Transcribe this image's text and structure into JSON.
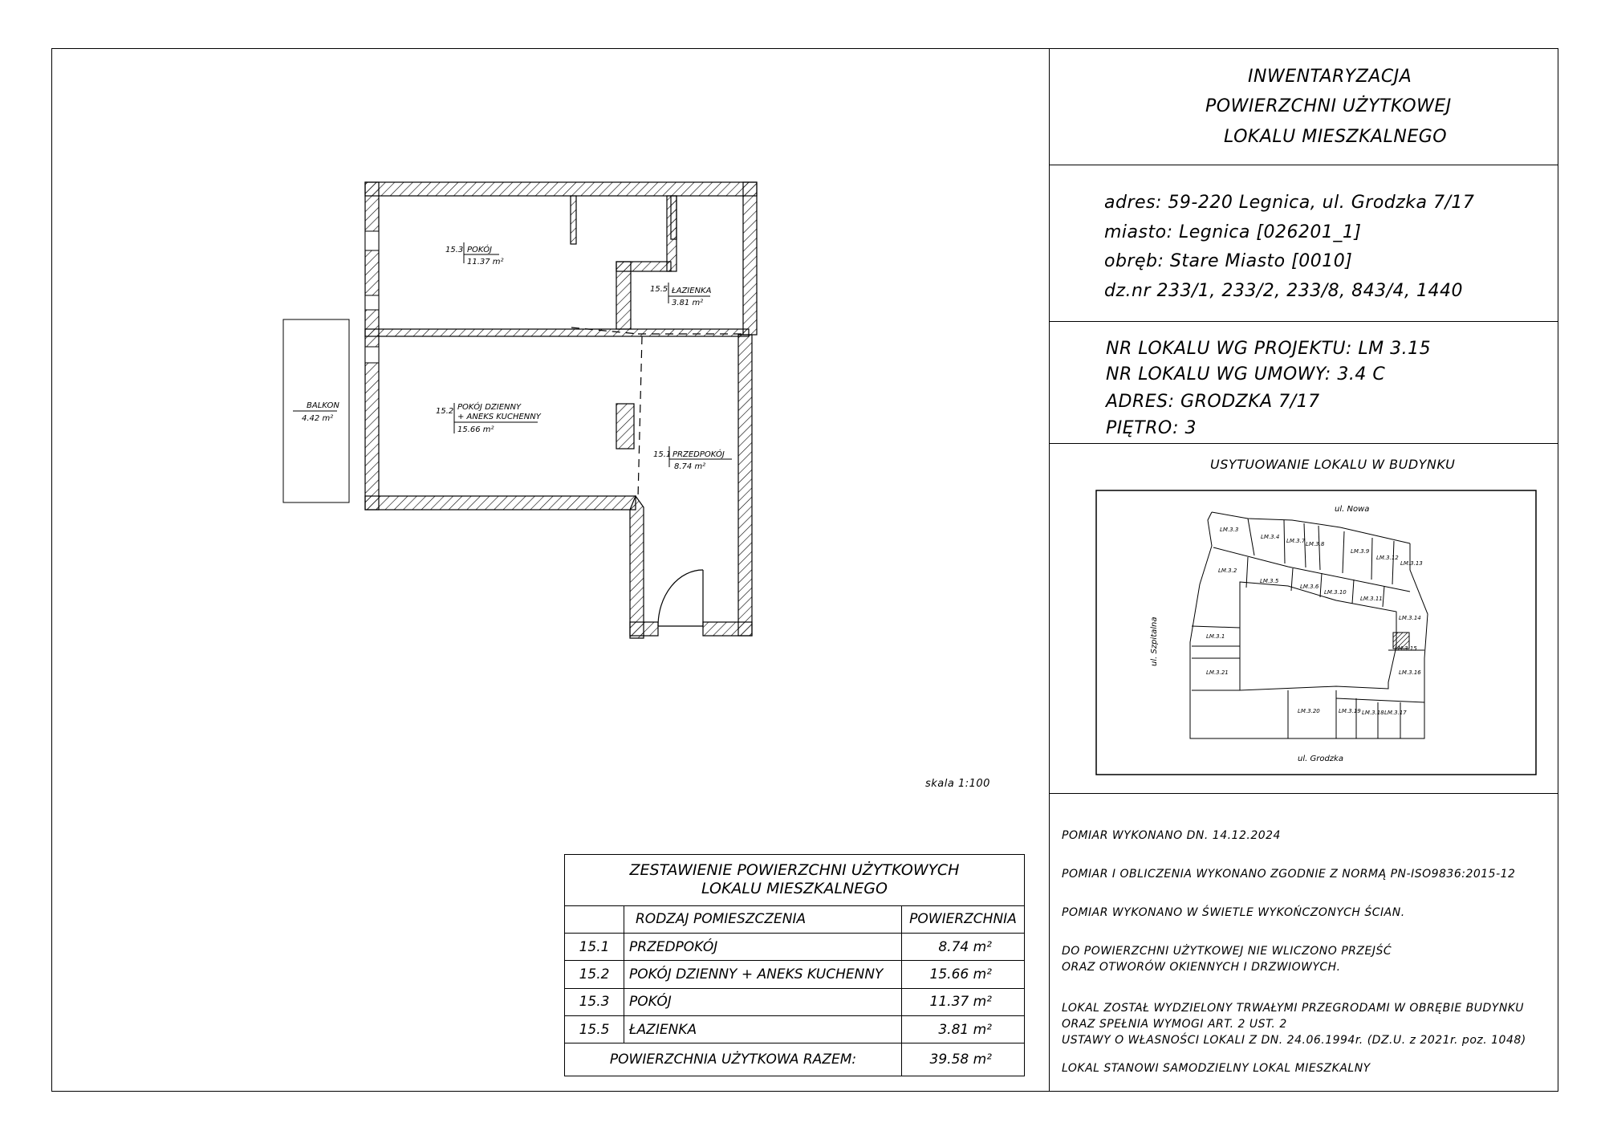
{
  "title_block": {
    "line1": "INWENTARYZACJA",
    "line2": "POWIERZCHNI UŻYTKOWEJ",
    "line3": "LOKALU MIESZKALNEGO"
  },
  "address_block": {
    "adres": "adres: 59-220  Legnica, ul. Grodzka 7/17",
    "miasto": "miasto: Legnica [026201_1]",
    "obreb": "obręb: Stare Miasto [0010]",
    "dzialki": "dz.nr 233/1, 233/2, 233/8, 843/4, 1440"
  },
  "unit_block": {
    "nr_projekt": "NR  LOKALU  WG  PROJEKTU: LM  3.15",
    "nr_umowa": "NR  LOKALU  WG  UMOWY: 3.4  C",
    "adres": "ADRES: GRODZKA  7/17",
    "pietro": "PIĘTRO: 3"
  },
  "location": {
    "title": "USYTUOWANIE  LOKALU  W  BUDYNKU",
    "street_top": "ul. Nowa",
    "street_left": "ul. Szpitalna",
    "street_bottom": "ul. Grodzka",
    "units": [
      "LM.3.3",
      "LM.3.4",
      "LM.3.7",
      "LM.3.8",
      "LM.3.9",
      "LM.3.12",
      "LM.3.13",
      "LM.3.2",
      "LM.3.5",
      "LM.3.6",
      "LM.3.10",
      "LM.3.11",
      "LM.3.14",
      "LM.3.1",
      "LM.3.15",
      "LM.3.21",
      "LM.3.16",
      "LM.3.20",
      "LM.3.19",
      "LM.3.18",
      "LM.3.17"
    ]
  },
  "notes": {
    "n1": "POMIAR  WYKONANO  DN. 14.12.2024",
    "n2": "POMIAR  I OBLICZENIA  WYKONANO  ZGODNIE  Z  NORMĄ  PN-ISO9836:2015-12",
    "n3": "POMIAR  WYKONANO  W  ŚWIETLE  WYKOŃCZONYCH  ŚCIAN.",
    "n4a": "DO  POWIERZCHNI UŻYTKOWEJ  NIE  WLICZONO  PRZEJŚĆ",
    "n4b": "ORAZ  OTWORÓW  OKIENNYCH  I DRZWIOWYCH.",
    "n5a": "LOKAL  ZOSTAŁ  WYDZIELONY  TRWAŁYMI PRZEGRODAMI W  OBRĘBIE  BUDYNKU",
    "n5b": "ORAZ  SPEŁNIA  WYMOGI ART. 2  UST. 2",
    "n5c": "USTAWY  O  WŁASNOŚCI LOKALI Z  DN. 24.06.1994r. (DZ.U. z  2021r. poz. 1048)",
    "n6": "LOKAL  STANOWI SAMODZIELNY  LOKAL  MIESZKALNY"
  },
  "scale": "skala 1:100",
  "plan": {
    "rooms": [
      {
        "num": "15.3",
        "name": "POKÓJ",
        "area": "11.37  m²"
      },
      {
        "num": "15.5",
        "name": "ŁAZIENKA",
        "area": "3.81  m²"
      },
      {
        "num": "15.2",
        "name": "POKÓJ  DZIENNY",
        "name2": "+ ANEKS  KUCHENNY",
        "area": "15.66  m²"
      },
      {
        "num": "15.1",
        "name": "PRZEDPOKÓJ",
        "area": "8.74  m²"
      }
    ],
    "balkon": {
      "name": "BALKON",
      "area": "4.42  m²"
    }
  },
  "summary": {
    "title1": "ZESTAWIENIE  POWIERZCHNI UŻYTKOWYCH",
    "title2": "LOKALU  MIESZKALNEGO",
    "col_type": "RODZAJ  POMIESZCZENIA",
    "col_area": "POWIERZCHNIA",
    "rows": [
      {
        "num": "15.1",
        "name": "PRZEDPOKÓJ",
        "area": "8.74   m²"
      },
      {
        "num": "15.2",
        "name": "POKÓJ  DZIENNY  + ANEKS  KUCHENNY",
        "area": "15.66   m²"
      },
      {
        "num": "15.3",
        "name": "POKÓJ",
        "area": "11.37   m²"
      },
      {
        "num": "15.5",
        "name": "ŁAZIENKA",
        "area": "3.81   m²"
      }
    ],
    "total_label": "POWIERZCHNIA  UŻYTKOWA  RAZEM:",
    "total_value": "39.58 m²"
  }
}
